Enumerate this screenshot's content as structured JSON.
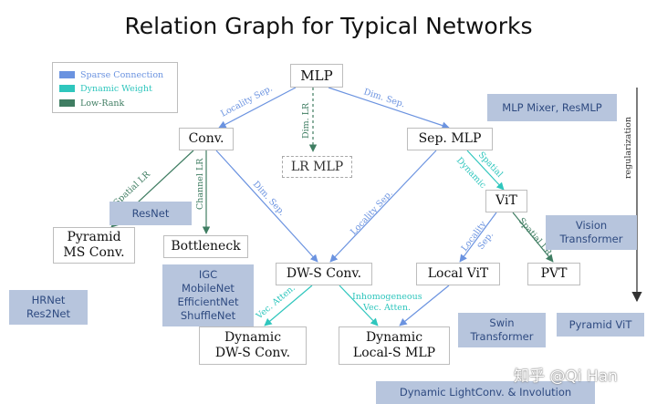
{
  "title": "Relation Graph for Typical Networks",
  "colors": {
    "sparse": "#6b93e0",
    "dynamic": "#2fc6bd",
    "lowrank": "#3f7d62",
    "callout_bg": "#b7c5dd",
    "callout_text": "#2e4a80"
  },
  "legend": {
    "sparse": "Sparse Connection",
    "dynamic": "Dynamic Weight",
    "lowrank": "Low-Rank"
  },
  "nodes": {
    "mlp": "MLP",
    "conv": "Conv.",
    "lr_mlp": "LR MLP",
    "sep_mlp": "Sep. MLP",
    "vit": "ViT",
    "pyramid_line1": "Pyramid",
    "pyramid_line2": "MS Conv.",
    "bottleneck": "Bottleneck",
    "dws_conv": "DW-S Conv.",
    "local_vit": "Local ViT",
    "pvt": "PVT",
    "dyn_dws_line1": "Dynamic",
    "dyn_dws_line2": "DW-S Conv.",
    "dyn_local_line1": "Dynamic",
    "dyn_local_line2": "Local-S MLP"
  },
  "edge_labels": {
    "locality_sep_1": "Locality Sep.",
    "dim_lr": "Dim. LR",
    "dim_sep_1": "Dim. Sep.",
    "spatial_lr_1": "Spatial LR",
    "channel_lr": "Channel LR",
    "dim_sep_2": "Dim. Sep.",
    "locality_sep_2": "Locality Sep.",
    "spatial_dynamic_1": "Spatial",
    "spatial_dynamic_2": "Dynamic",
    "locality_sep_3a": "Locality",
    "locality_sep_3b": "Sep.",
    "spatial_lr_2": "Spatial LR",
    "vec_atten": "Vec. Atten.",
    "inhomo_1": "Inhomogeneous",
    "inhomo_2": "Vec. Atten."
  },
  "callouts": {
    "mlp_mixer": "MLP Mixer, ResMLP",
    "resnet": "ResNet",
    "vision_tf_1": "Vision",
    "vision_tf_2": "Transformer",
    "hrnet_1": "HRNet",
    "hrnet_2": "Res2Net",
    "igc_1": "IGC",
    "igc_2": "MobileNet",
    "igc_3": "EfficientNet",
    "igc_4": "ShuffleNet",
    "swin_1": "Swin",
    "swin_2": "Transformer",
    "pyramid_vit": "Pyramid ViT",
    "dyn_light": "Dynamic LightConv. & Involution"
  },
  "axis_label": "regularization",
  "watermark": "知乎 @Qi Han"
}
